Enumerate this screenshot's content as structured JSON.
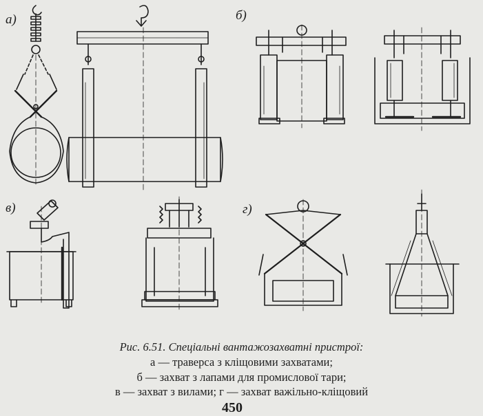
{
  "labels": {
    "a": "а)",
    "b": "б)",
    "v": "в)",
    "g": "г)"
  },
  "caption": {
    "title": "Рис. 6.51. Спеціальні вантажозахватні пристрої:",
    "line_a": "а — траверса з кліщовими захватами;",
    "line_b": "б — захват з лапами для промислової тари;",
    "line_vg": "в — захват з вилами; г — захват важільно-кліщовий"
  },
  "page_number": "450",
  "colors": {
    "paper": "#e9e9e6",
    "ink": "#1e1e1e"
  }
}
